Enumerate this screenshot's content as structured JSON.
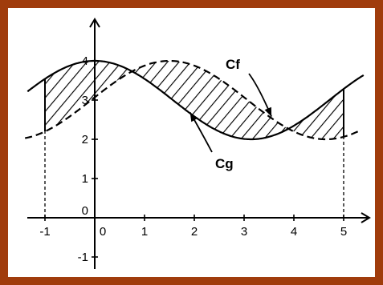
{
  "colors": {
    "border_outer": "#a03c0c",
    "border_inner": "#ffffff",
    "background": "#ffffff",
    "ink": "#000000"
  },
  "labels": {
    "curve_f": "Cf",
    "curve_g": "Cg"
  },
  "axes": {
    "x_ticks": [
      "-1",
      "0",
      "1",
      "2",
      "3",
      "4",
      "5"
    ],
    "y_ticks": [
      "-1",
      "0",
      "1",
      "2",
      "3",
      "4"
    ],
    "x_range": [
      -1.5,
      5.5
    ],
    "y_range": [
      -1.2,
      5
    ]
  },
  "chart_data": {
    "type": "line",
    "series": [
      {
        "name": "Cf",
        "style": "dashed",
        "expression": "3 + cos(x - 1.5)",
        "amplitude": 1,
        "center": 3,
        "phase": 1.5
      },
      {
        "name": "Cg",
        "style": "solid",
        "expression": "3 + cos(x)",
        "amplitude": 1,
        "center": 3,
        "phase": 0
      }
    ],
    "shaded_region": {
      "between": [
        "Cf",
        "Cg"
      ],
      "x_from": -1,
      "x_to": 5,
      "pattern": "diagonal-hatch"
    },
    "xlim": [
      -1.5,
      5.5
    ],
    "ylim": [
      -1.2,
      5
    ]
  }
}
